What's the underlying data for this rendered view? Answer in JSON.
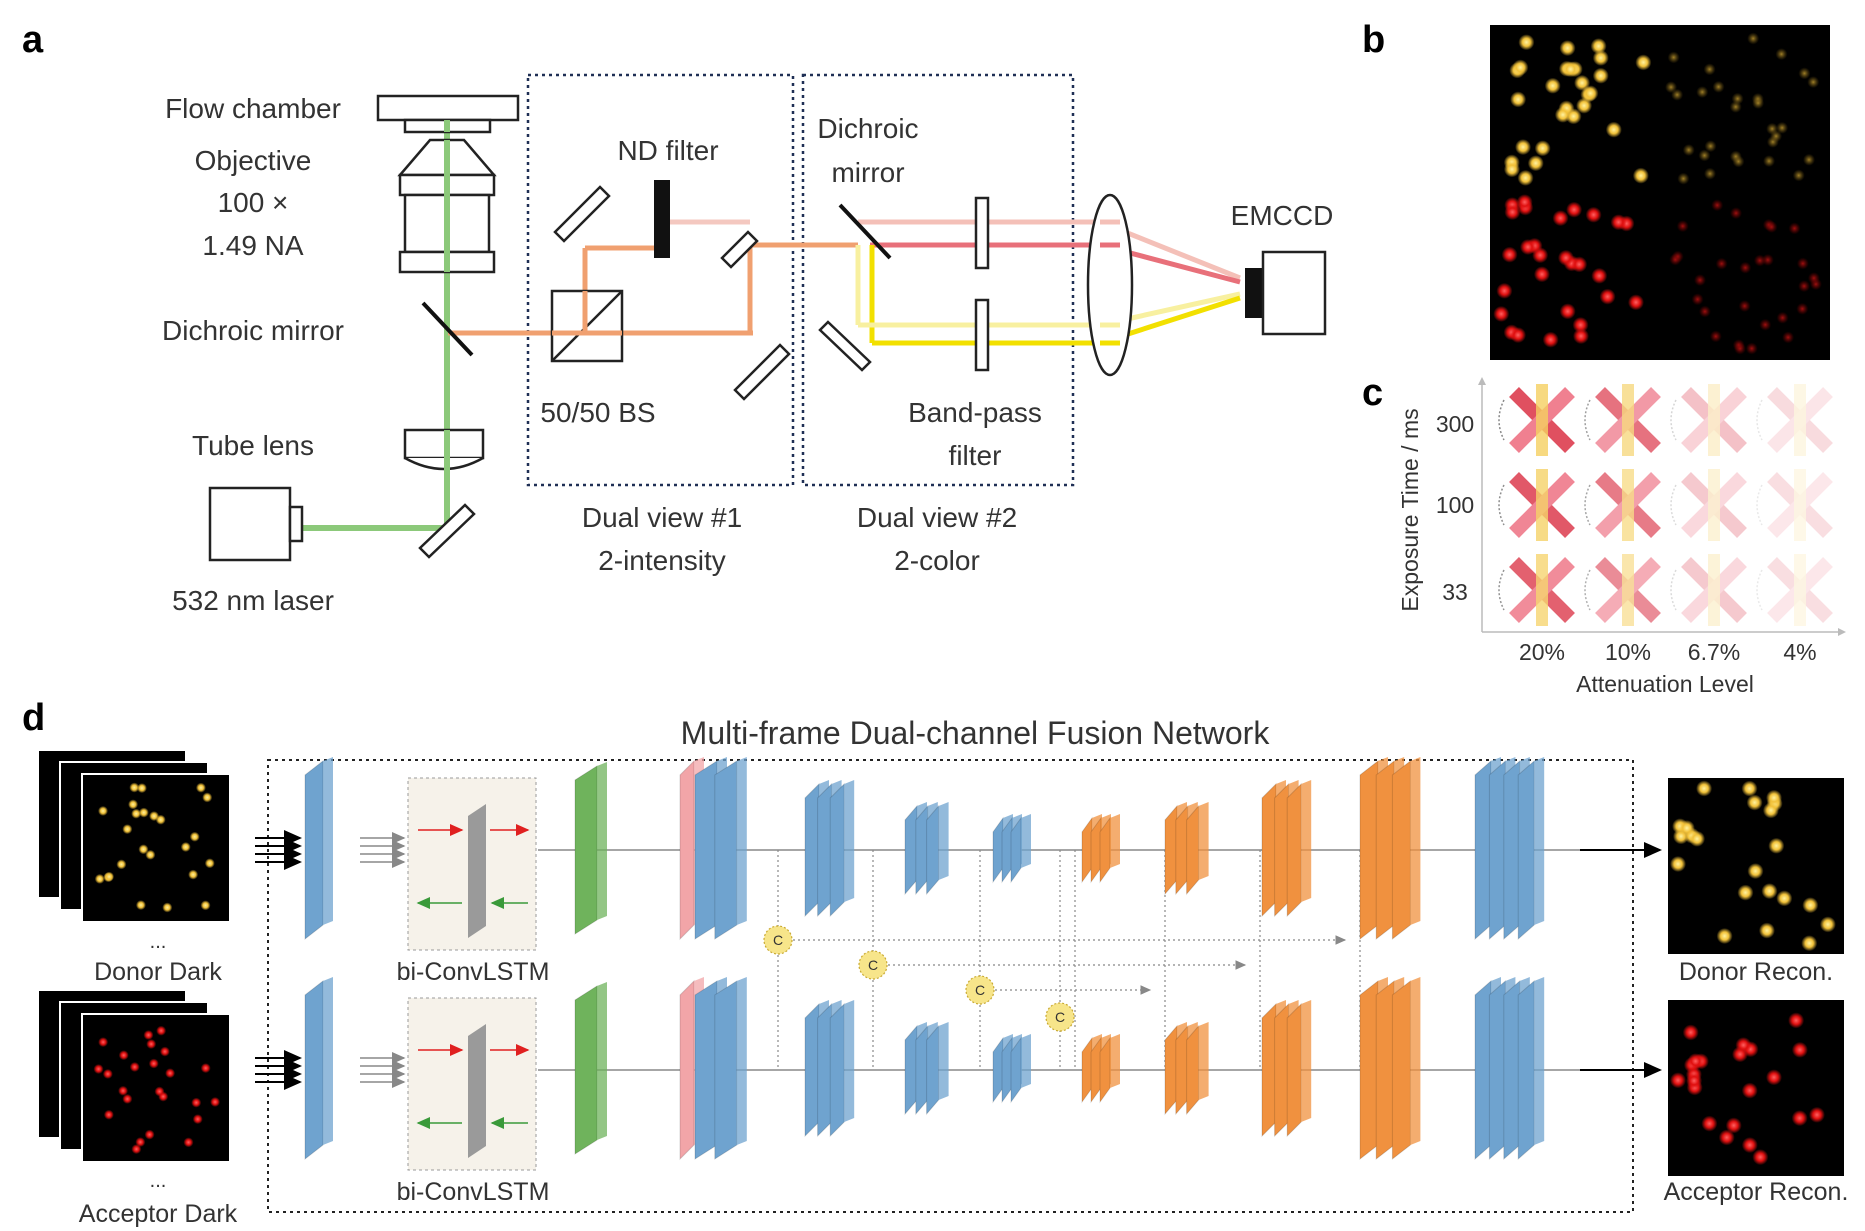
{
  "panel_labels": {
    "a": "a",
    "b": "b",
    "c": "c",
    "d": "d"
  },
  "panel_a": {
    "flow_chamber": "Flow chamber",
    "objective": "Objective",
    "objective_mag": "100 ×",
    "objective_na": "1.49 NA",
    "dichroic_left": "Dichroic mirror",
    "tube_lens": "Tube lens",
    "laser": "532 nm laser",
    "nd_filter": "ND filter",
    "bs": "50/50 BS",
    "dichroic_right_1": "Dichroic",
    "dichroic_right_2": "mirror",
    "bandpass_1": "Band-pass",
    "bandpass_2": "filter",
    "emccd": "EMCCD",
    "dual1_title": "Dual view #1",
    "dual1_sub": "2-intensity",
    "dual2_title": "Dual view #2",
    "dual2_sub": "2-color"
  },
  "panel_c": {
    "ylabel": "Exposure Time / ms",
    "xlabel": "Attenuation Level",
    "rows": [
      "300",
      "100",
      "33"
    ],
    "cols": [
      "20%",
      "10%",
      "6.7%",
      "4%"
    ]
  },
  "panel_d": {
    "title": "Multi-frame Dual-channel Fusion Network",
    "lstm": "bi-ConvLSTM",
    "concat": "C",
    "ellipsis": "...",
    "donor_in": "Donor Dark",
    "acceptor_in": "Acceptor Dark",
    "donor_out": "Donor Recon.",
    "acceptor_out": "Acceptor Recon."
  },
  "colors": {
    "green_beam": "#8cc97a",
    "orange_beam": "#f0a070",
    "pink_beam": "#f4c0b8",
    "red_beam": "#e8707a",
    "yellow_beam": "#f2e000",
    "light_yellow_beam": "#f8f0a0",
    "dotted_box": "#1f2f55",
    "blue_layer": "#6fa3cf",
    "green_layer": "#6fb35c",
    "pink_layer": "#f2a5a8",
    "orange_layer": "#f0913f",
    "lstm_bg": "#f6f2ea",
    "concat": "#f7e58a"
  }
}
